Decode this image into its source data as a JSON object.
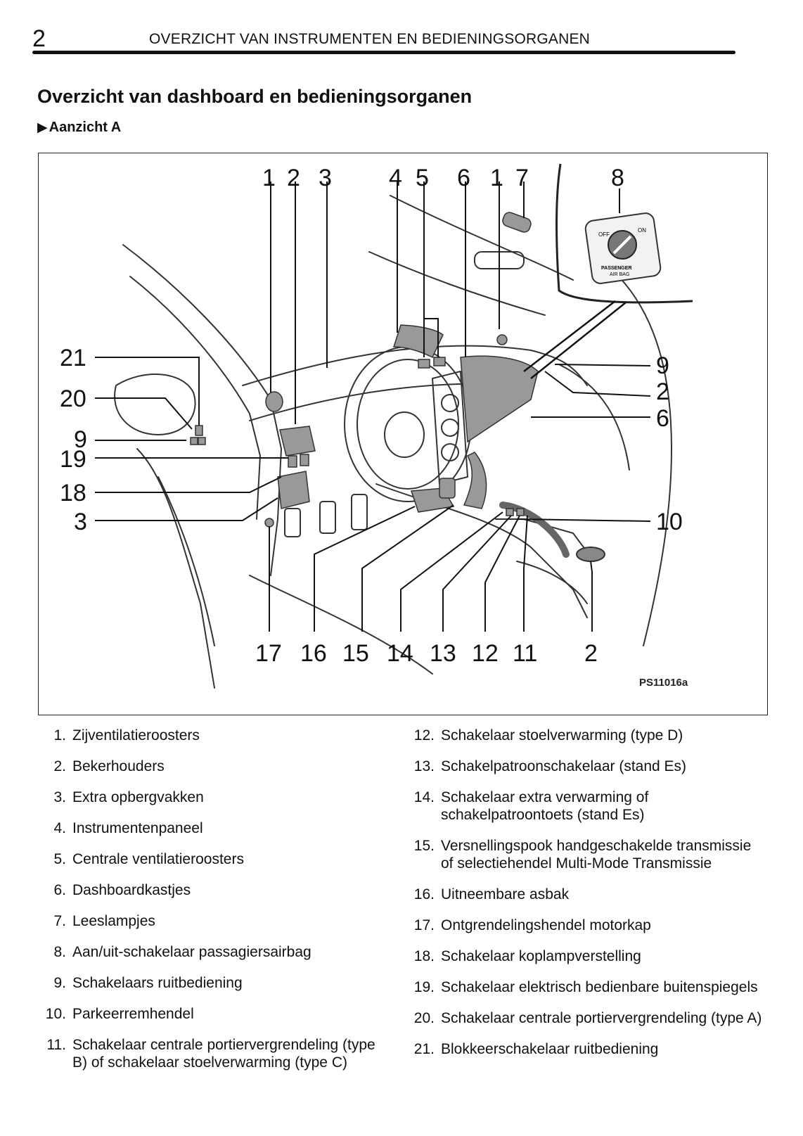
{
  "header": {
    "page_number": "2",
    "running_title": "OVERZICHT VAN INSTRUMENTEN EN BEDIENINGSORGANEN"
  },
  "section_title": "Overzicht van dashboard en bedieningsorganen",
  "subheading": {
    "arrow": "▶",
    "label": "Aanzicht A"
  },
  "figure": {
    "callouts": [
      "1",
      "2",
      "3",
      "4",
      "5",
      "6",
      "1",
      "7",
      "8",
      "21",
      "20",
      "9",
      "19",
      "18",
      "3",
      "9",
      "2",
      "6",
      "10",
      "17",
      "16",
      "15",
      "14",
      "13",
      "12",
      "11",
      "2"
    ],
    "switch_labels": {
      "off": "OFF",
      "on": "ON",
      "passenger": "PASSENGER",
      "airbag": "AIR BAG"
    },
    "figure_id": "PS11016a"
  },
  "legend_left": [
    {
      "num": "1.",
      "text": "Zijventilatieroosters"
    },
    {
      "num": "2.",
      "text": "Bekerhouders"
    },
    {
      "num": "3.",
      "text": "Extra opbergvakken"
    },
    {
      "num": "4.",
      "text": "Instrumentenpaneel"
    },
    {
      "num": "5.",
      "text": "Centrale ventilatieroosters"
    },
    {
      "num": "6.",
      "text": "Dashboardkastjes"
    },
    {
      "num": "7.",
      "text": "Leeslampjes"
    },
    {
      "num": "8.",
      "text": "Aan/uit‑schakelaar passagiersairbag"
    },
    {
      "num": "9.",
      "text": "Schakelaars ruitbediening"
    },
    {
      "num": "10.",
      "text": "Parkeerremhendel"
    },
    {
      "num": "11.",
      "text": "Schakelaar centrale portiervergrendeling (type B) of schakelaar stoelverwarming (type C)"
    }
  ],
  "legend_right": [
    {
      "num": "12.",
      "text": "Schakelaar stoelverwarming (type D)"
    },
    {
      "num": "13.",
      "text": "Schakelpatroonschakelaar (stand Es)"
    },
    {
      "num": "14.",
      "text": "Schakelaar extra verwarming of schakelpatroontoets (stand Es)"
    },
    {
      "num": "15.",
      "text": "Versnellingspook handgeschakelde transmissie of selectiehendel Multi‑Mode Transmissie"
    },
    {
      "num": "16.",
      "text": "Uitneembare asbak"
    },
    {
      "num": "17.",
      "text": "Ontgrendelingshendel motorkap"
    },
    {
      "num": "18.",
      "text": "Schakelaar koplampverstelling"
    },
    {
      "num": "19.",
      "text": "Schakelaar elektrisch bedienbare buitenspiegels"
    },
    {
      "num": "20.",
      "text": "Schakelaar centrale portiervergrendeling (type A)"
    },
    {
      "num": "21.",
      "text": "Blokkeerschakelaar ruitbediening"
    }
  ]
}
